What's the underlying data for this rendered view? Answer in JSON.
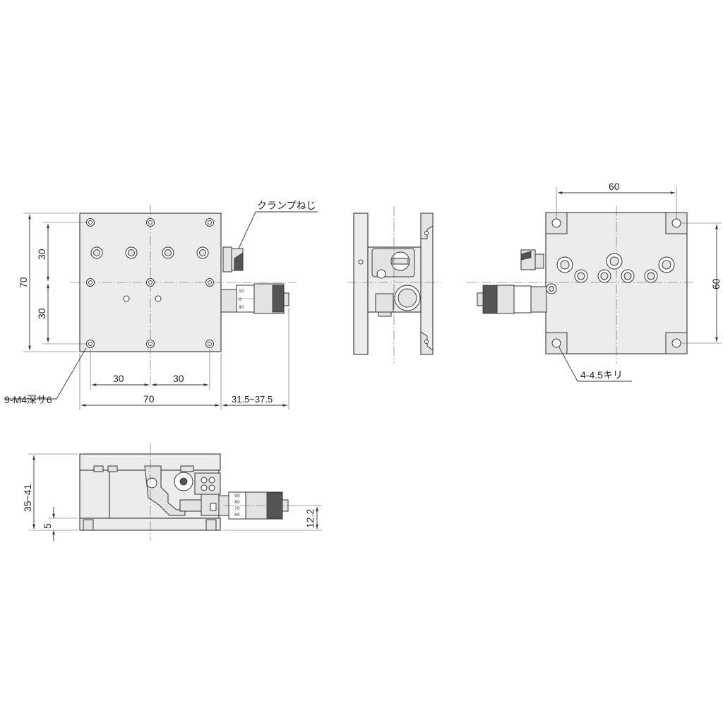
{
  "labels": {
    "clamp_screw": "クランプねじ",
    "tapped_holes": "9-M4深サ6",
    "through_holes": "4-4.5キリ"
  },
  "dimensions": {
    "top_width_half_left": "30",
    "top_width_half_right": "30",
    "top_width_total": "70",
    "micrometer_travel": "31.5~37.5",
    "top_height_upper": "30",
    "top_height_lower": "30",
    "top_height_total": "70",
    "bottom_hole_pitch_x": "60",
    "bottom_hole_pitch_y": "60",
    "front_height": "35~41",
    "front_base_thickness": "5",
    "front_micrometer_height": "12.2"
  },
  "micrometer": {
    "top_scale": [
      "10",
      "0",
      "90"
    ],
    "front_scale": [
      "90",
      "80",
      "70",
      "60"
    ]
  }
}
